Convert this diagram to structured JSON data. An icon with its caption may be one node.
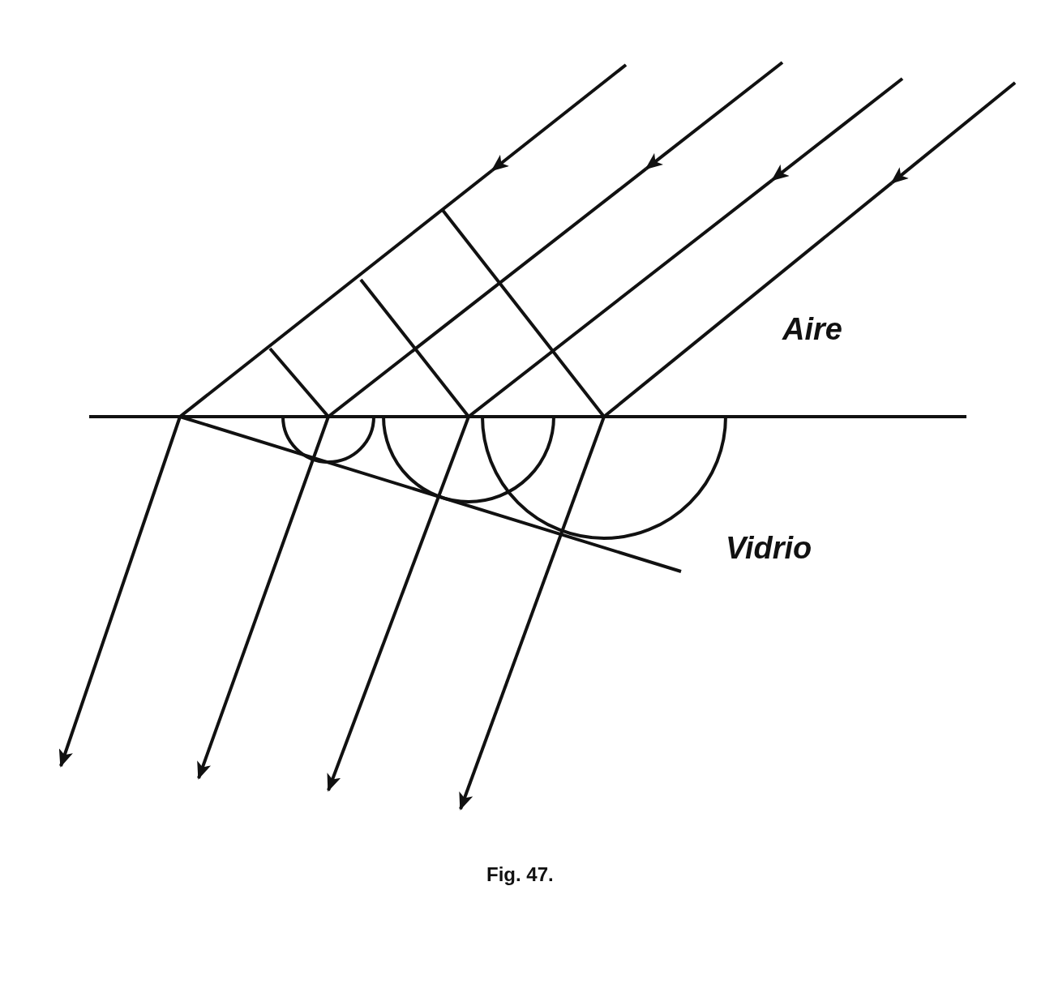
{
  "diagram": {
    "caption": "Fig. 47.",
    "labels": [
      "Aire",
      "Vidrio"
    ]
  }
}
